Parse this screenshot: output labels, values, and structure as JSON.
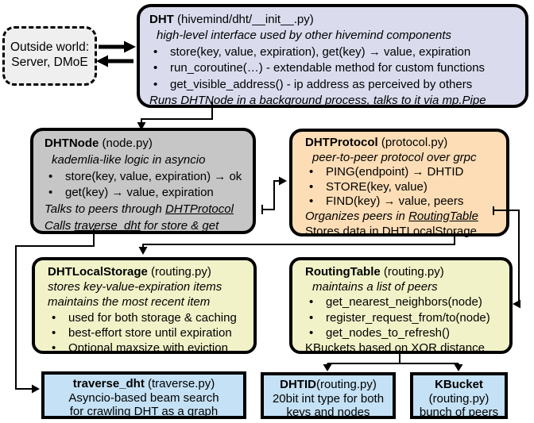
{
  "colors": {
    "border": "#000000",
    "outside_fill": "#efefef",
    "dht_fill": "#dadcee",
    "node_fill": "#c6c6c6",
    "protocol_fill": "#fcddb6",
    "storage_fill": "#f2f2c9",
    "blue_fill": "#c4e1f5"
  },
  "outside": {
    "fill": "#efefef",
    "lines": [
      {
        "seg": [
          {
            "t": "Outside world:"
          }
        ]
      },
      {
        "seg": [
          {
            "t": "Server, DMoE"
          }
        ]
      }
    ]
  },
  "boxes": {
    "dht": {
      "fill": "#dadcee",
      "lines": [
        {
          "seg": [
            {
              "t": "DHT",
              "b": true
            },
            {
              "t": " (hivemind/dht/__init__.py)"
            }
          ]
        },
        {
          "ind": true,
          "seg": [
            {
              "t": "high-level interface used by other hivemind components",
              "i": true
            }
          ]
        },
        {
          "bullet": true,
          "seg": [
            {
              "t": "store(key, value, expiration), get(key) → value, expiration"
            }
          ]
        },
        {
          "bullet": true,
          "seg": [
            {
              "t": "run_coroutine(…) - extendable method for custom functions"
            }
          ]
        },
        {
          "bullet": true,
          "seg": [
            {
              "t": "get_visible_address() - ip address as perceived by others"
            }
          ]
        },
        {
          "seg": [
            {
              "t": "Runs ",
              "i": true
            },
            {
              "t": "DHTNode ",
              "i": true,
              "u": true
            },
            {
              "t": "in a background process, talks to it via mp.Pipe",
              "i": true
            }
          ]
        }
      ]
    },
    "dhtnode": {
      "fill": "#c6c6c6",
      "lines": [
        {
          "seg": [
            {
              "t": "DHTNode",
              "b": true
            },
            {
              "t": " (node.py)"
            }
          ]
        },
        {
          "ind": true,
          "seg": [
            {
              "t": "kademlia-like logic in asyncio",
              "i": true
            }
          ]
        },
        {
          "bullet": true,
          "seg": [
            {
              "t": "store(key, value, expiration) → ok"
            }
          ]
        },
        {
          "bullet": true,
          "seg": [
            {
              "t": "get(key) → value, expiration"
            }
          ]
        },
        {
          "seg": [
            {
              "t": "Talks to peers through ",
              "i": true
            },
            {
              "t": "DHTProtocol",
              "i": true,
              "u": true
            }
          ]
        },
        {
          "seg": [
            {
              "t": "Calls ",
              "i": true
            },
            {
              "t": "traverse_dht",
              "i": true,
              "u": true
            },
            {
              "t": " for store & get",
              "i": true
            }
          ]
        }
      ]
    },
    "dhtprotocol": {
      "fill": "#fcddb6",
      "lines": [
        {
          "seg": [
            {
              "t": "DHTProtocol",
              "b": true
            },
            {
              "t": " (protocol.py)"
            }
          ]
        },
        {
          "ind": true,
          "seg": [
            {
              "t": "peer-to-peer protocol over grpc",
              "i": true
            }
          ]
        },
        {
          "bullet": true,
          "seg": [
            {
              "t": "PING(endpoint) → DHTID"
            }
          ]
        },
        {
          "bullet": true,
          "seg": [
            {
              "t": "STORE(key, value)"
            }
          ]
        },
        {
          "bullet": true,
          "seg": [
            {
              "t": "FIND(key) → value, peers"
            }
          ]
        },
        {
          "seg": [
            {
              "t": "Organizes peers in ",
              "i": true
            },
            {
              "t": "RoutingTable",
              "i": true,
              "u": true
            }
          ]
        },
        {
          "seg": [
            {
              "t": "Stores data in DHT"
            },
            {
              "t": "LocalStorage",
              "u": true
            }
          ]
        }
      ]
    },
    "dhtlocalstorage": {
      "fill": "#f2f2c9",
      "lines": [
        {
          "seg": [
            {
              "t": "DHTLocalStorage",
              "b": true
            },
            {
              "t": " (routing.py)"
            }
          ]
        },
        {
          "seg": [
            {
              "t": "stores key-value-expiration items",
              "i": true
            }
          ]
        },
        {
          "seg": [
            {
              "t": "maintains the most recent item",
              "i": true
            }
          ]
        },
        {
          "bullet": true,
          "seg": [
            {
              "t": "used for both storage & caching"
            }
          ]
        },
        {
          "bullet": true,
          "seg": [
            {
              "t": "best-effort store until expiration"
            }
          ]
        },
        {
          "bullet": true,
          "seg": [
            {
              "t": "Optional maxsize with eviction"
            }
          ]
        }
      ]
    },
    "routingtable": {
      "fill": "#f2f2c9",
      "lines": [
        {
          "seg": [
            {
              "t": "RoutingTable",
              "b": true
            },
            {
              "t": " (routing.py)"
            }
          ]
        },
        {
          "ind": true,
          "seg": [
            {
              "t": "maintains a list of peers",
              "i": true
            }
          ]
        },
        {
          "bullet": true,
          "seg": [
            {
              "t": "get_nearest_neighbors(node)"
            }
          ]
        },
        {
          "bullet": true,
          "seg": [
            {
              "t": "register_request_from/to(node)"
            }
          ]
        },
        {
          "bullet": true,
          "seg": [
            {
              "t": "get_nodes_to_refresh()"
            }
          ]
        },
        {
          "seg": [
            {
              "t": "KBuckets based on XOR distance"
            }
          ]
        }
      ]
    },
    "traverse_dht": {
      "fill": "#c4e1f5",
      "lines": [
        {
          "seg": [
            {
              "t": "traverse_dht",
              "b": true
            },
            {
              "t": " (traverse.py)"
            }
          ]
        },
        {
          "seg": [
            {
              "t": "Asyncio-based beam search"
            }
          ]
        },
        {
          "seg": [
            {
              "t": "for crawling DHT as a graph"
            }
          ]
        }
      ]
    },
    "dhtid": {
      "fill": "#c4e1f5",
      "lines": [
        {
          "seg": [
            {
              "t": "DHTID",
              "b": true
            },
            {
              "t": "(routing.py)"
            }
          ]
        },
        {
          "seg": [
            {
              "t": "20bit int type for both"
            }
          ]
        },
        {
          "seg": [
            {
              "t": "keys and nodes"
            }
          ]
        }
      ]
    },
    "kbucket": {
      "fill": "#c4e1f5",
      "lines": [
        {
          "seg": [
            {
              "t": "KBucket",
              "b": true
            }
          ]
        },
        {
          "seg": [
            {
              "t": "(routing.py)"
            }
          ]
        },
        {
          "seg": [
            {
              "t": "bunch of peers"
            }
          ]
        }
      ]
    }
  }
}
